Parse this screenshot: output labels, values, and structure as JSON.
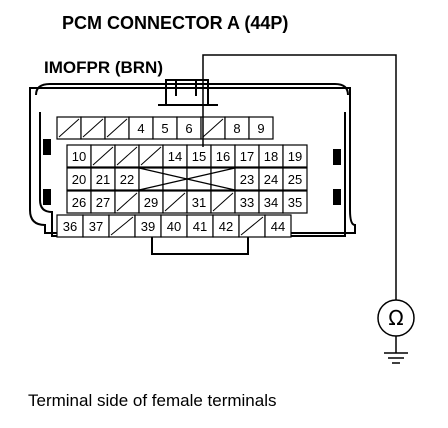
{
  "title": "PCM CONNECTOR A (44P)",
  "wire_label": "IMOFPR (BRN)",
  "caption": "Terminal side of female terminals",
  "meter_symbol": "Ω",
  "probe_pin": "16",
  "rows": [
    [
      "",
      "",
      "",
      "4",
      "5",
      "6",
      "",
      "8",
      "9"
    ],
    [
      "10",
      "",
      "",
      "",
      "14",
      "15",
      "16",
      "17",
      "18",
      "19"
    ],
    [
      "20",
      "21",
      "22",
      "",
      "",
      "",
      "",
      "23",
      "24",
      "25"
    ],
    [
      "26",
      "27",
      "",
      "29",
      "",
      "31",
      "",
      "33",
      "34",
      "35"
    ],
    [
      "36",
      "37",
      "",
      "39",
      "40",
      "41",
      "42",
      "",
      "44"
    ]
  ],
  "colors": {
    "line": "#000000",
    "background": "#ffffff"
  }
}
